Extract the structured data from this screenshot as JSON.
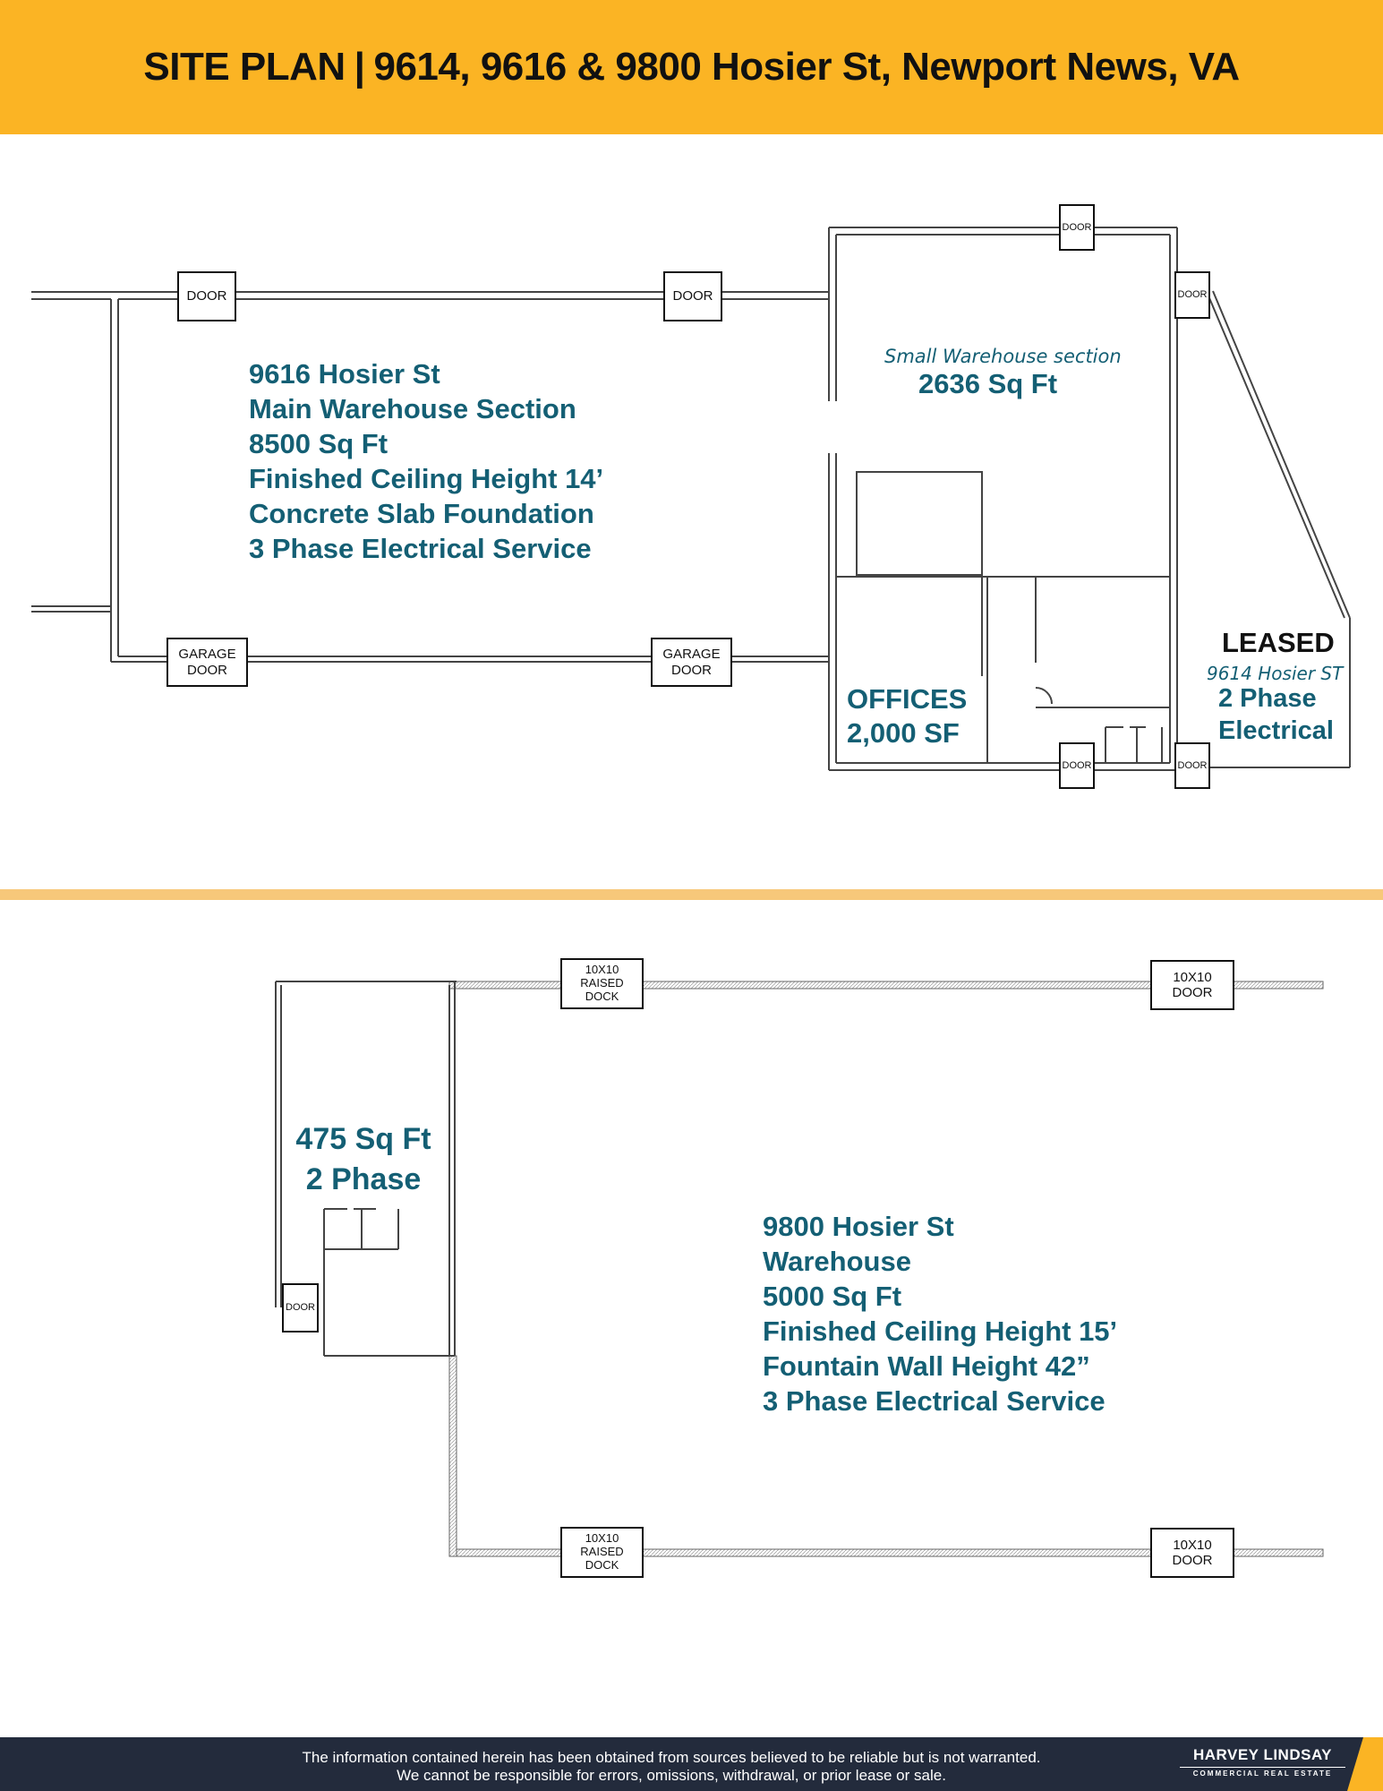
{
  "header": {
    "title": "SITE PLAN",
    "separator": "|",
    "address": "9614, 9616 & 9800 Hosier St, Newport News, VA"
  },
  "plan_top": {
    "main": {
      "line1": "9616 Hosier St",
      "line2": "Main Warehouse Section",
      "line3": "8500 Sq Ft",
      "line4": "Finished Ceiling Height 14’",
      "line5": "Concrete Slab Foundation",
      "line6": "3 Phase Electrical Service"
    },
    "small_warehouse": {
      "label": "Small Warehouse section",
      "area": "2636 Sq Ft"
    },
    "offices": {
      "line1": "OFFICES",
      "line2": "2,000 SF"
    },
    "leased": {
      "title": "LEASED",
      "address": "9614 Hosier ST",
      "line1": "2 Phase",
      "line2": "Electrical"
    },
    "door_label": "DOOR",
    "garage_door_line1": "GARAGE",
    "garage_door_line2": "DOOR"
  },
  "plan_bottom": {
    "annex": {
      "line1": "475 Sq Ft",
      "line2": "2 Phase"
    },
    "main": {
      "line1": "9800 Hosier St",
      "line2": "Warehouse",
      "line3": "5000 Sq Ft",
      "line4": "Finished Ceiling Height 15’",
      "line5": "Fountain Wall Height 42”",
      "line6": "3 Phase Electrical Service"
    },
    "dock_line1": "10X10",
    "dock_line2": "RAISED",
    "dock_line3": "DOCK",
    "door_line1": "10X10",
    "door_line2": "DOOR",
    "small_door": "DOOR"
  },
  "footer": {
    "disclaimer_line1": "The information contained herein has been obtained from sources believed to be reliable but is not warranted.",
    "disclaimer_line2": "We cannot be responsible for errors, omissions, withdrawal, or prior lease or sale.",
    "logo_name": "HARVEY LINDSAY",
    "logo_sub": "COMMERCIAL REAL ESTATE"
  },
  "colors": {
    "header_bg": "#fbb424",
    "label_text": "#145f74",
    "footer_bg": "#232b3c",
    "divider": "#f7c87a"
  }
}
